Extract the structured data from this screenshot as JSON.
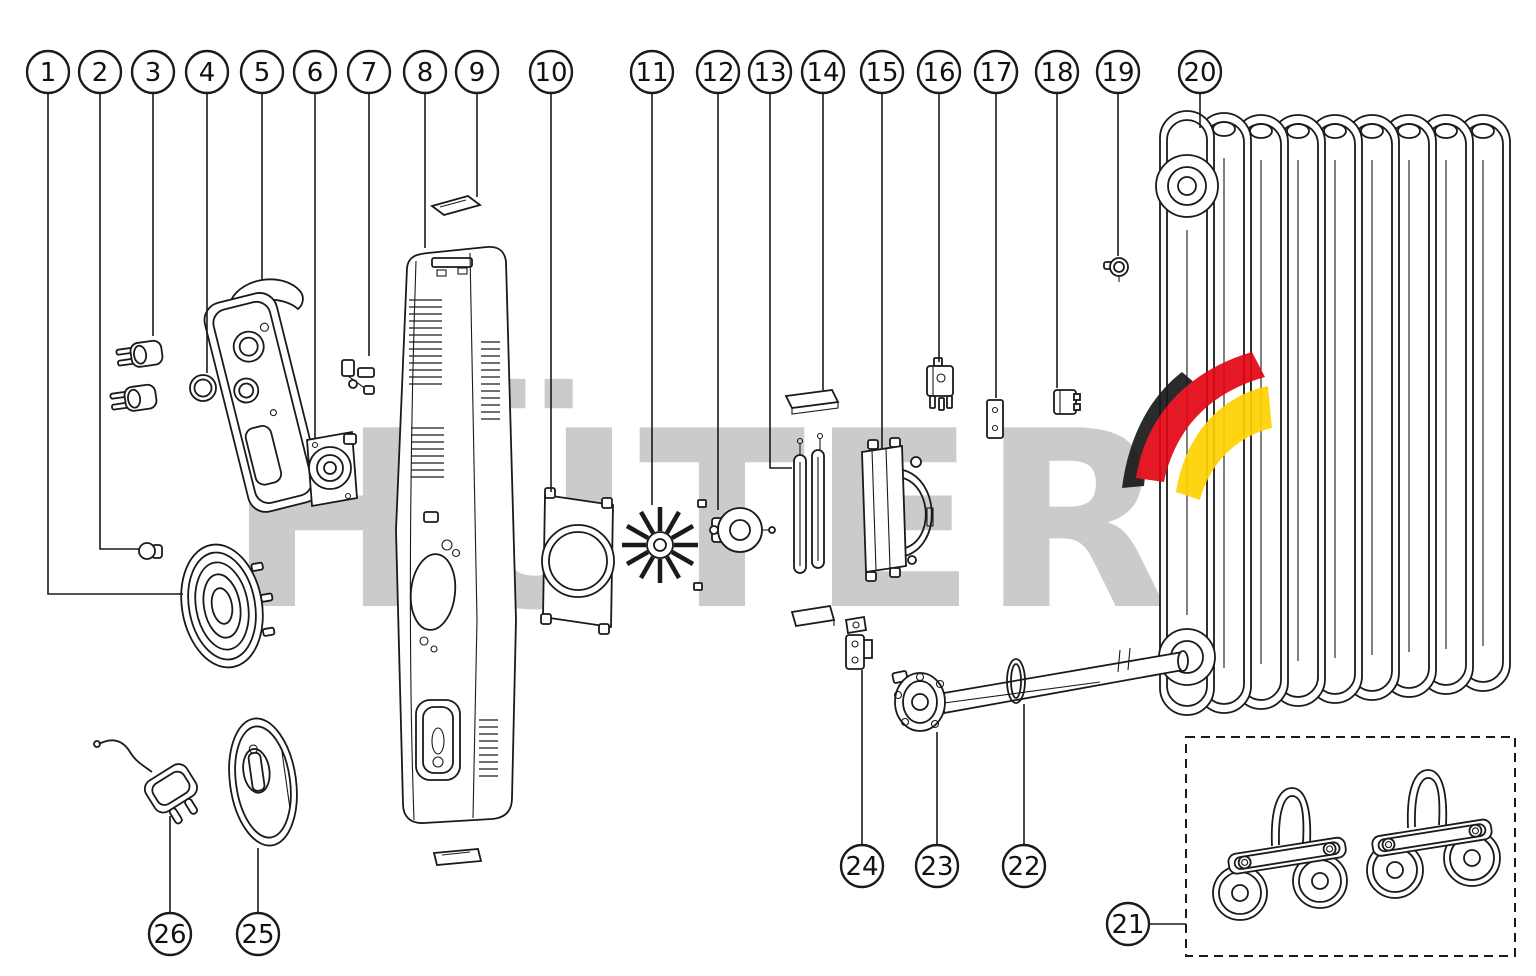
{
  "diagram": {
    "watermark": "HÜTER",
    "callouts": [
      "1",
      "2",
      "3",
      "4",
      "5",
      "6",
      "7",
      "8",
      "9",
      "10",
      "11",
      "12",
      "13",
      "14",
      "15",
      "16",
      "17",
      "18",
      "19",
      "20",
      "21",
      "22",
      "23",
      "24",
      "25",
      "26"
    ],
    "colors": {
      "line": "#1a1a1a",
      "watermark_gray": "#bfbfbf",
      "logo_red": "#e30613",
      "logo_yellow": "#ffd200",
      "logo_black": "#1a1a1a"
    }
  }
}
